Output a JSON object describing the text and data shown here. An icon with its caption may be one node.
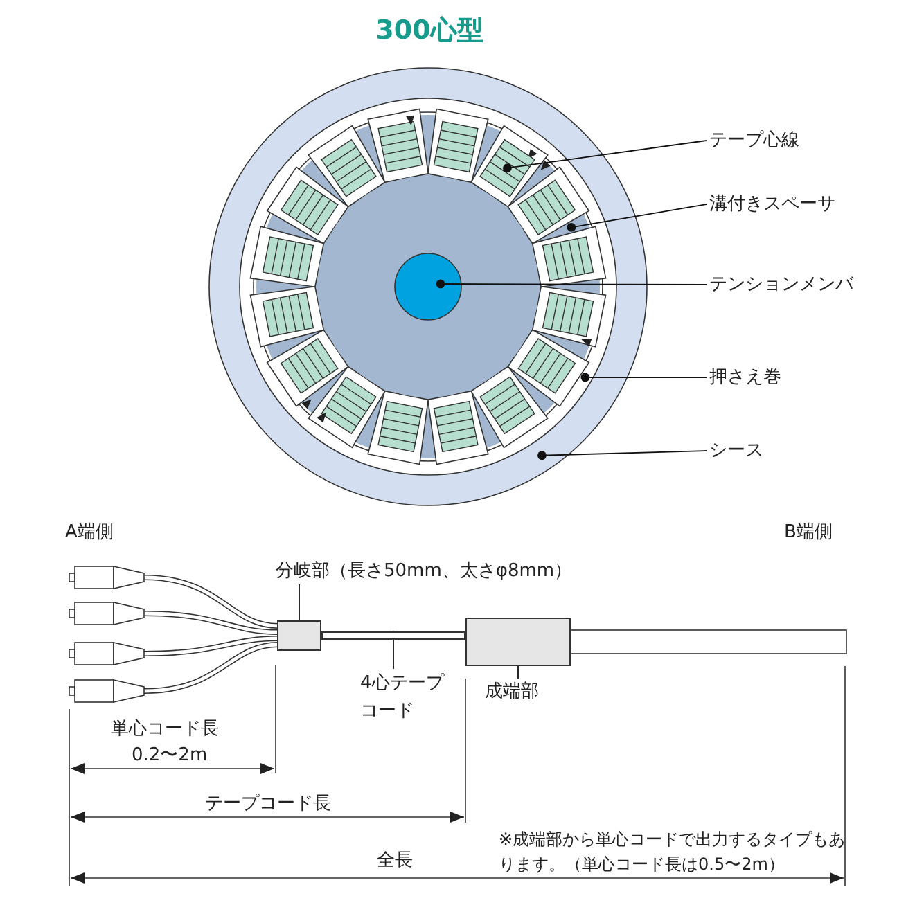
{
  "diagram": {
    "title": "300心型",
    "nodes": [
      {
        "text": [],
        "shape": "circle"
      },
      {
        "text": [],
        "shape": "circle",
        "in": 0
      },
      {
        "text": [],
        "shape": "circle",
        "in": 1
      },
      {
        "text": [],
        "shape": "box",
        "in": 2
      },
      {
        "text": [],
        "shape": "circle",
        "in": 2
      },
      {
        "text": [
          "テープ心線"
        ]
      },
      {
        "text": [
          "溝付きスペーサ"
        ]
      },
      {
        "text": [
          "テンションメンバ"
        ]
      },
      {
        "text": [
          "押さえ巻"
        ]
      },
      {
        "text": [
          "シース"
        ]
      },
      {
        "text": [
          "分岐部（長さ50mm、太さφ8mm）"
        ]
      },
      {
        "text": [],
        "shape": "box"
      },
      {
        "text": [
          "4心テープコード"
        ]
      },
      {
        "text": [],
        "shape": "bar"
      },
      {
        "text": [
          "成端部"
        ]
      },
      {
        "text": [],
        "shape": "box"
      }
    ],
    "edges": [
      {
        "from": 5,
        "to": 3,
        "arrow": "other"
      },
      {
        "from": 6,
        "to": 2,
        "arrow": "other"
      },
      {
        "from": 7,
        "to": 4,
        "arrow": "other"
      },
      {
        "from": 8,
        "to": 1,
        "arrow": "other"
      },
      {
        "from": 9,
        "to": 0,
        "arrow": "other"
      },
      {
        "from": 10,
        "to": 11,
        "arrow": "other"
      },
      {
        "from": 12,
        "to": 13,
        "arrow": "other"
      },
      {
        "from": 14,
        "to": 15,
        "arrow": "other"
      }
    ],
    "labels": [
      "A端側",
      "B端側",
      "単心コード長",
      "0.2〜2m",
      "テープコード長",
      "全長",
      "※成端部から単心コードで出力するタイプもあります。（単心コード長は0.5〜2m）"
    ]
  }
}
